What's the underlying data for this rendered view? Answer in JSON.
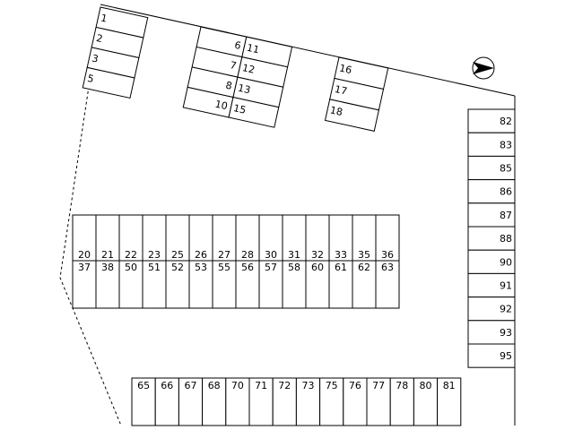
{
  "lot": {
    "group_a": [
      "1",
      "2",
      "3",
      "5"
    ],
    "group_b_left": [
      "6",
      "7",
      "8",
      "10"
    ],
    "group_b_right": [
      "11",
      "12",
      "13",
      "15"
    ],
    "group_c": [
      "16",
      "17",
      "18"
    ],
    "center_top": [
      "20",
      "21",
      "22",
      "23",
      "25",
      "26",
      "27",
      "28",
      "30",
      "31",
      "32",
      "33",
      "35",
      "36"
    ],
    "center_bottom": [
      "37",
      "38",
      "50",
      "51",
      "52",
      "53",
      "55",
      "56",
      "57",
      "58",
      "60",
      "61",
      "62",
      "63"
    ],
    "right_column": [
      "82",
      "83",
      "85",
      "86",
      "87",
      "88",
      "90",
      "91",
      "92",
      "93",
      "95"
    ],
    "bottom_row": [
      "65",
      "66",
      "67",
      "68",
      "70",
      "71",
      "72",
      "73",
      "75",
      "76",
      "77",
      "78",
      "80",
      "81"
    ]
  },
  "icons": {
    "north": "north-arrow-icon"
  }
}
